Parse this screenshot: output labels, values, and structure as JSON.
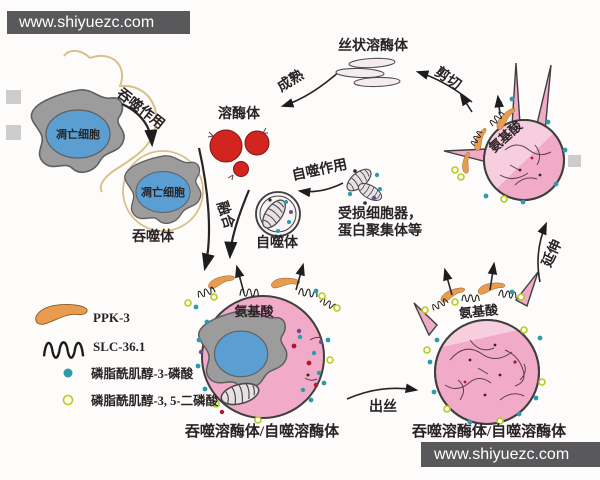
{
  "watermark": {
    "text": "www.shiyuezc.com"
  },
  "colors": {
    "banner_bg": "#59595b",
    "banner_text": "#ffffff",
    "ink": "#2a2326",
    "cell_gray": "#9c9c9c",
    "cell_outline": "#5f5f5f",
    "nucleus_blue": "#5b9fd2",
    "vesicle_pink": "#f1abc9",
    "vesicle_pink_light": "#f7cede",
    "lysosome_red": "#d2251f",
    "ppk3_orange": "#e99b50",
    "membrane_tan": "#d9c089",
    "teal_dot": "#2f9aaa",
    "green_ring": "#b5cb1f",
    "outline_dark": "#3f3f3f"
  },
  "labels": {
    "apoptotic_cell_free": "凋亡细胞",
    "apoptotic_cell_engulfed": "凋亡细胞",
    "phagocytosis": "吞噬作用",
    "phagosome": "吞噬体",
    "lysosome": "溶酶体",
    "maturation": "成熟",
    "filamentous_lysosome": "丝状溶酶体",
    "shear": "剪切",
    "autophagy": "自噬作用",
    "autophagosome": "自噬体",
    "damaged_line1": "受损细胞器，",
    "damaged_line2": "蛋白聚集体等",
    "fusion": "融合",
    "amino_acid_main": "氨基酸",
    "amino_acid_right": "氨基酸",
    "amino_acid_top_right": "氨基酸",
    "phagolysosome_main": "吞噬溶酶体/自噬溶酶体",
    "phagolysosome_right": "吞噬溶酶体/自噬溶酶体",
    "filament_outgrowth": "出丝",
    "extension": "延伸"
  },
  "legend": {
    "items": [
      {
        "label": "PPK-3"
      },
      {
        "label": "SLC-36.1"
      },
      {
        "label": "磷脂酰肌醇-3-磷酸"
      },
      {
        "label": "磷脂酰肌醇-3, 5-二磷酸"
      }
    ]
  }
}
